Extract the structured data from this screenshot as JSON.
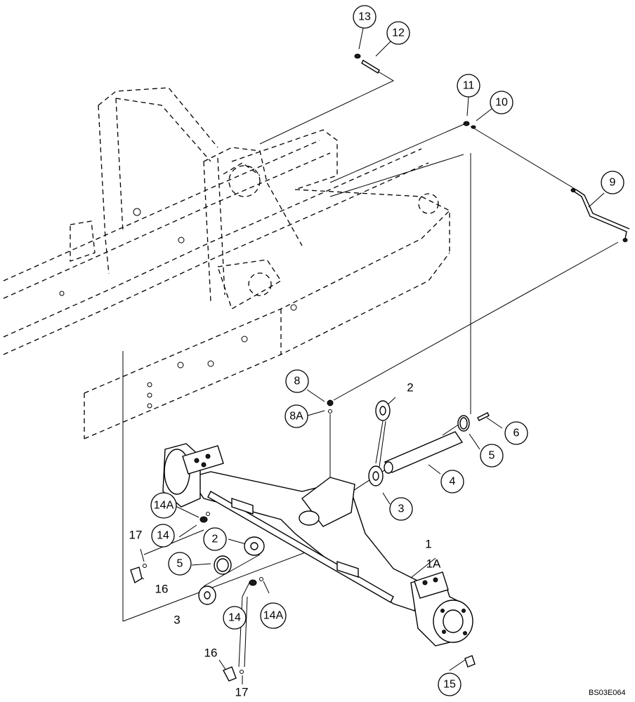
{
  "drawing_code": "BS03E064",
  "callouts": [
    {
      "label": "13"
    },
    {
      "label": "12"
    },
    {
      "label": "11"
    },
    {
      "label": "10"
    },
    {
      "label": "9"
    },
    {
      "label": "8"
    },
    {
      "label": "8A"
    },
    {
      "label": "2"
    },
    {
      "label": "6"
    },
    {
      "label": "5"
    },
    {
      "label": "4"
    },
    {
      "label": "3"
    },
    {
      "label": "14A"
    },
    {
      "label": "14"
    },
    {
      "label": "2"
    },
    {
      "label": "5"
    },
    {
      "label": "3"
    },
    {
      "label": "14"
    },
    {
      "label": "14A"
    },
    {
      "label": "15"
    }
  ],
  "plain_labels": [
    {
      "label": "17"
    },
    {
      "label": "16"
    },
    {
      "label": "1"
    },
    {
      "label": "1A"
    },
    {
      "label": "16"
    },
    {
      "label": "17"
    }
  ]
}
